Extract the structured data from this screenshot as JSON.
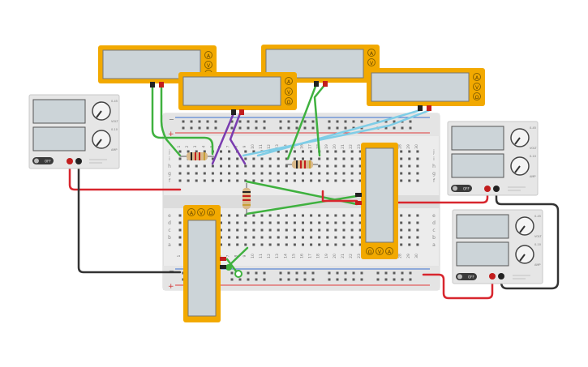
{
  "colors": {
    "meter_body": "#f2a900",
    "meter_screen": "#ccd4d8",
    "supply_body": "#e6e6e6",
    "breadboard": "#ececec",
    "rail_red": "#e03a3a",
    "rail_blue": "#3a6fd0",
    "wire_red": "#d8262e",
    "wire_black": "#333333",
    "wire_green": "#3fb13f",
    "wire_purple": "#7a3cb0",
    "wire_cyan": "#7fcde6"
  },
  "icons": {
    "meter_mode_buttons": [
      "ammeter-icon",
      "voltmeter-icon",
      "ohmmeter-icon"
    ],
    "supply_dial": "knob-icon"
  },
  "meter_top": {
    "modes": [
      "A",
      "V",
      "Ω"
    ]
  },
  "meter_vertical_left": {
    "modes": [
      "A",
      "V",
      "Ω"
    ]
  },
  "meter_vertical_right": {
    "modes": [
      "Ω",
      "V",
      "A"
    ]
  },
  "power_supply": {
    "voltage_label": "0-45",
    "current_label": "0-10",
    "voltage_unit": "VOLT",
    "current_unit": "AMP",
    "switch_label": "OFF"
  },
  "breadboard": {
    "column_numbers_top": [
      "1",
      "2",
      "3",
      "4",
      "5",
      "6",
      "7",
      "8",
      "9",
      "10",
      "11",
      "12",
      "13",
      "14",
      "15",
      "16",
      "17",
      "18",
      "19",
      "20",
      "21",
      "22",
      "23",
      "24",
      "25",
      "26",
      "27",
      "28",
      "29",
      "30"
    ],
    "column_numbers_bottom": [
      "1",
      "2",
      "3",
      "4",
      "5",
      "6",
      "7",
      "8",
      "9",
      "10",
      "11",
      "12",
      "13",
      "14",
      "15",
      "16",
      "17",
      "18",
      "19",
      "20",
      "21",
      "22",
      "23",
      "24",
      "25",
      "26",
      "27",
      "28",
      "29",
      "30"
    ],
    "row_letters_top": [
      "j",
      "i",
      "h",
      "g",
      "f"
    ],
    "row_letters_bottom": [
      "e",
      "d",
      "c",
      "b",
      "a"
    ],
    "rail_plus": "+",
    "rail_minus": "−"
  }
}
